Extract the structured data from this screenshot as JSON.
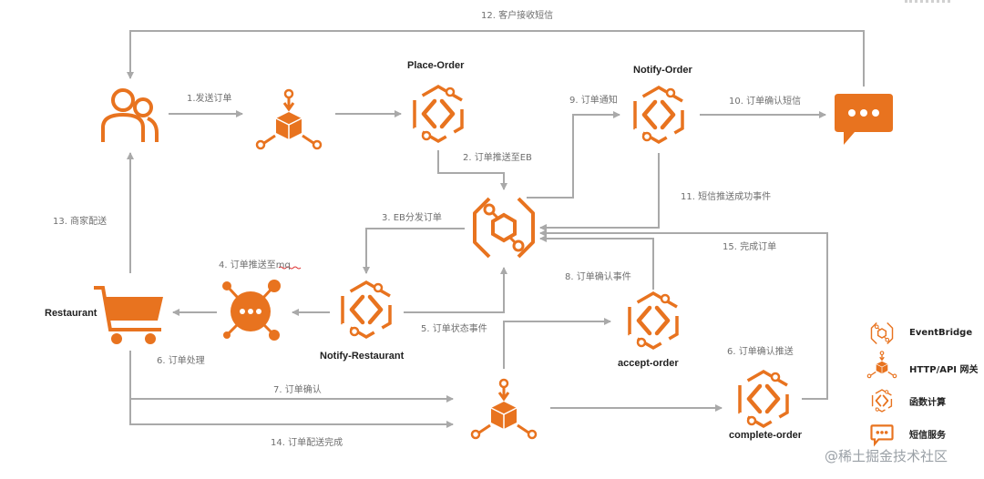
{
  "nodes": {
    "place_order": "Place-Order",
    "notify_order": "Notify-Order",
    "restaurant": "Restaurant",
    "notify_restaurant": "Notify-Restaurant",
    "accept_order": "accept-order",
    "complete_order": "complete-order"
  },
  "edges": {
    "e1": "1.发送订单",
    "e2": "2. 订单推送至EB",
    "e3": "3. EB分发订单",
    "e4_prefix": "4. 订单推送至",
    "e4_suffix": "mq",
    "e5": "5. 订单状态事件",
    "e6a": "6. 订单处理",
    "e6b": "6. 订单确认推送",
    "e7": "7. 订单确认",
    "e8": "8. 订单确认事件",
    "e9": "9. 订单通知",
    "e10": "10. 订单确认短信",
    "e11": "11. 短信推送成功事件",
    "e12": "12. 客户接收短信",
    "e13": "13. 商家配送",
    "e14": "14. 订单配送完成",
    "e15": "15. 完成订单"
  },
  "legend": [
    {
      "label": "EventBridge",
      "icon": "eventbridge-icon"
    },
    {
      "label": "HTTP/API 网关",
      "icon": "api-gateway-icon"
    },
    {
      "label": "函数计算",
      "icon": "function-compute-icon"
    },
    {
      "label": "短信服务",
      "icon": "sms-service-icon"
    }
  ],
  "watermark": "@稀土掘金技术社区",
  "colors": {
    "accent": "#e8731f",
    "line": "#a9a9a9",
    "text": "#6f6f6f"
  }
}
